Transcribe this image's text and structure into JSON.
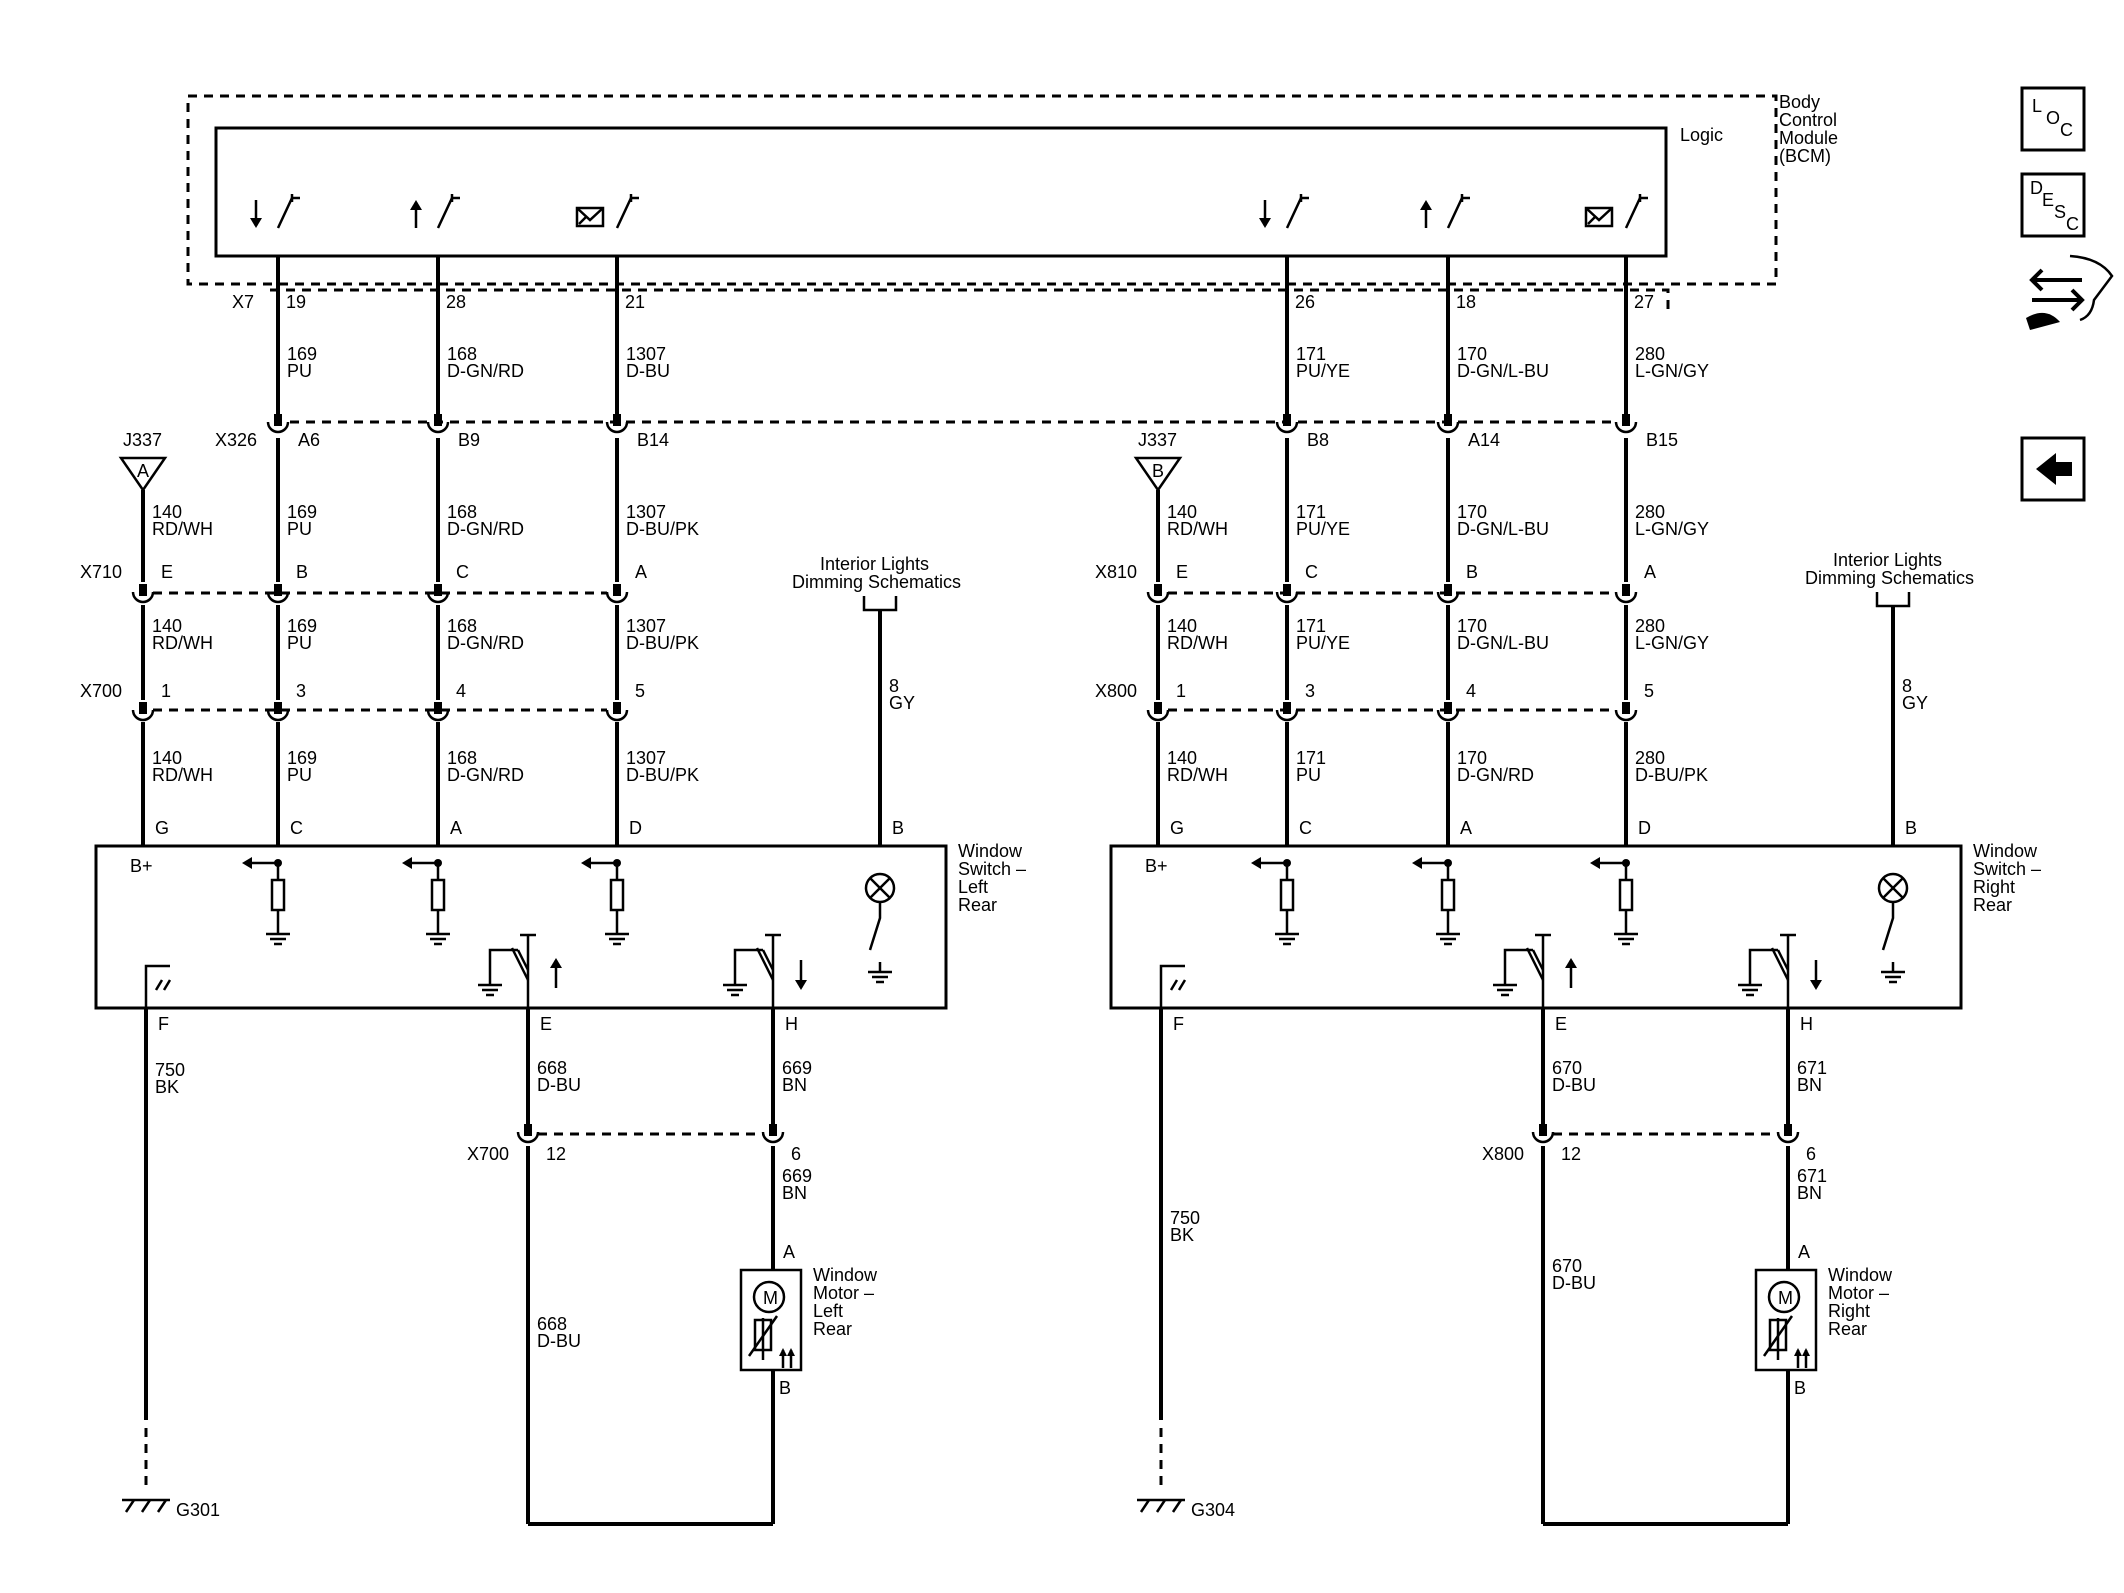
{
  "bcm": {
    "title_lines": [
      "Body",
      "Control",
      "Module",
      "(BCM)"
    ],
    "logic": "Logic",
    "connector": "X7",
    "pins": [
      "19",
      "28",
      "21",
      "26",
      "18",
      "27"
    ]
  },
  "side_icons": {
    "loc": {
      "letters": [
        "L",
        "O",
        "C"
      ],
      "icon": "location-icon"
    },
    "desc": {
      "letters": [
        "D",
        "E",
        "S",
        "C"
      ],
      "icon": "description-icon"
    },
    "connector_icon": "connector-repair-icon",
    "back_icon": "back-arrow-icon"
  },
  "left": {
    "bcm_wires": [
      {
        "circuit": "169",
        "color": "PU"
      },
      {
        "circuit": "168",
        "color": "D-GN/RD"
      },
      {
        "circuit": "1307",
        "color": "D-BU"
      }
    ],
    "x326": {
      "name": "X326",
      "pins": [
        "A6",
        "B9",
        "B14"
      ]
    },
    "j337": {
      "name": "J337",
      "label": "A"
    },
    "seg1_wires": [
      {
        "circuit": "140",
        "color": "RD/WH"
      },
      {
        "circuit": "169",
        "color": "PU"
      },
      {
        "circuit": "168",
        "color": "D-GN/RD"
      },
      {
        "circuit": "1307",
        "color": "D-BU/PK"
      }
    ],
    "xa": {
      "name": "X710",
      "pins": [
        "E",
        "B",
        "C",
        "A"
      ]
    },
    "seg2_wires": [
      {
        "circuit": "140",
        "color": "RD/WH"
      },
      {
        "circuit": "169",
        "color": "PU"
      },
      {
        "circuit": "168",
        "color": "D-GN/RD"
      },
      {
        "circuit": "1307",
        "color": "D-BU/PK"
      }
    ],
    "xb": {
      "name": "X700",
      "pins": [
        "1",
        "3",
        "4",
        "5"
      ]
    },
    "seg3_wires": [
      {
        "circuit": "140",
        "color": "RD/WH"
      },
      {
        "circuit": "169",
        "color": "PU"
      },
      {
        "circuit": "168",
        "color": "D-GN/RD"
      },
      {
        "circuit": "1307",
        "color": "D-BU/PK"
      }
    ],
    "interior_lights": [
      "Interior Lights",
      "Dimming Schematics"
    ],
    "gy_wire": {
      "circuit": "8",
      "color": "GY"
    },
    "switch_pins_top": [
      "G",
      "C",
      "A",
      "D",
      "B"
    ],
    "switch_bplus": "B+",
    "switch_name": [
      "Window",
      "Switch –",
      "Left",
      "Rear"
    ],
    "switch_pins_bottom": [
      "F",
      "E",
      "H"
    ],
    "ground_wire": {
      "circuit": "750",
      "color": "BK"
    },
    "e_wire": {
      "circuit": "668",
      "color": "D-BU"
    },
    "h_wire": {
      "circuit": "669",
      "color": "BN"
    },
    "xc": {
      "name": "X700",
      "pins": [
        "12",
        "6"
      ]
    },
    "h_wire2": {
      "circuit": "669",
      "color": "BN"
    },
    "e_wire2": {
      "circuit": "668",
      "color": "D-BU"
    },
    "motor_pins": [
      "A",
      "B"
    ],
    "motor_name": [
      "Window",
      "Motor –",
      "Left",
      "Rear"
    ],
    "motor_symbol": "M",
    "ground": "G301"
  },
  "right": {
    "bcm_wires": [
      {
        "circuit": "171",
        "color": "PU/YE"
      },
      {
        "circuit": "170",
        "color": "D-GN/L-BU"
      },
      {
        "circuit": "280",
        "color": "L-GN/GY"
      }
    ],
    "x326": {
      "name": "",
      "pins": [
        "B8",
        "A14",
        "B15"
      ]
    },
    "j337": {
      "name": "J337",
      "label": "B"
    },
    "seg1_wires": [
      {
        "circuit": "140",
        "color": "RD/WH"
      },
      {
        "circuit": "171",
        "color": "PU/YE"
      },
      {
        "circuit": "170",
        "color": "D-GN/L-BU"
      },
      {
        "circuit": "280",
        "color": "L-GN/GY"
      }
    ],
    "xa": {
      "name": "X810",
      "pins": [
        "E",
        "C",
        "B",
        "A"
      ]
    },
    "seg2_wires": [
      {
        "circuit": "140",
        "color": "RD/WH"
      },
      {
        "circuit": "171",
        "color": "PU/YE"
      },
      {
        "circuit": "170",
        "color": "D-GN/L-BU"
      },
      {
        "circuit": "280",
        "color": "L-GN/GY"
      }
    ],
    "xb": {
      "name": "X800",
      "pins": [
        "1",
        "3",
        "4",
        "5"
      ]
    },
    "seg3_wires": [
      {
        "circuit": "140",
        "color": "RD/WH"
      },
      {
        "circuit": "171",
        "color": "PU"
      },
      {
        "circuit": "170",
        "color": "D-GN/RD"
      },
      {
        "circuit": "280",
        "color": "D-BU/PK"
      }
    ],
    "interior_lights": [
      "Interior Lights",
      "Dimming Schematics"
    ],
    "gy_wire": {
      "circuit": "8",
      "color": "GY"
    },
    "switch_pins_top": [
      "G",
      "C",
      "A",
      "D",
      "B"
    ],
    "switch_bplus": "B+",
    "switch_name": [
      "Window",
      "Switch –",
      "Right",
      "Rear"
    ],
    "switch_pins_bottom": [
      "F",
      "E",
      "H"
    ],
    "ground_wire": {
      "circuit": "750",
      "color": "BK"
    },
    "e_wire": {
      "circuit": "670",
      "color": "D-BU"
    },
    "h_wire": {
      "circuit": "671",
      "color": "BN"
    },
    "xc": {
      "name": "X800",
      "pins": [
        "12",
        "6"
      ]
    },
    "h_wire2": {
      "circuit": "671",
      "color": "BN"
    },
    "e_wire2": {
      "circuit": "670",
      "color": "D-BU"
    },
    "motor_pins": [
      "A",
      "B"
    ],
    "motor_name": [
      "Window",
      "Motor –",
      "Right",
      "Rear"
    ],
    "motor_symbol": "M",
    "ground": "G304"
  }
}
